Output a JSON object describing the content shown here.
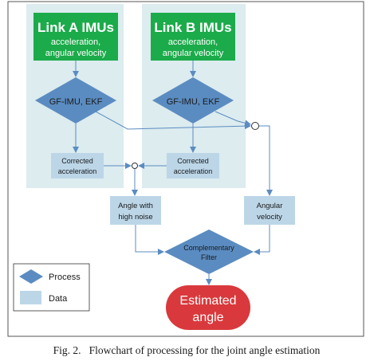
{
  "figure": {
    "caption": "Fig. 2.   Flowchart of processing for the joint angle estimation",
    "colors": {
      "panel": "#dcecef",
      "green": "#1bab4a",
      "diamond": "#5b8cc1",
      "data_box": "#bcd6e8",
      "ellipse": "#d9393c",
      "arrow": "#5b8cc1",
      "text_dark": "#1a1a1a",
      "text_white": "#ffffff"
    }
  },
  "nodes": {
    "link_a": {
      "title": "Link A IMUs",
      "sub1": "acceleration,",
      "sub2": "angular velocity"
    },
    "link_b": {
      "title": "Link B IMUs",
      "sub1": "acceleration,",
      "sub2": "angular velocity"
    },
    "gf_a": {
      "label": "GF-IMU, EKF"
    },
    "gf_b": {
      "label": "GF-IMU, EKF"
    },
    "corr_a": {
      "line1": "Corrected",
      "line2": "acceleration"
    },
    "corr_b": {
      "line1": "Corrected",
      "line2": "acceleration"
    },
    "angle_noise": {
      "line1": "Angle with",
      "line2": "high noise"
    },
    "angular_velocity": {
      "line1": "Angular",
      "line2": "velocity"
    },
    "comp_filter": {
      "line1": "Complementary",
      "line2": "Filter"
    },
    "estimated": {
      "line1": "Estimated",
      "line2": "angle"
    }
  },
  "legend": {
    "process": "Process",
    "data": "Data"
  }
}
